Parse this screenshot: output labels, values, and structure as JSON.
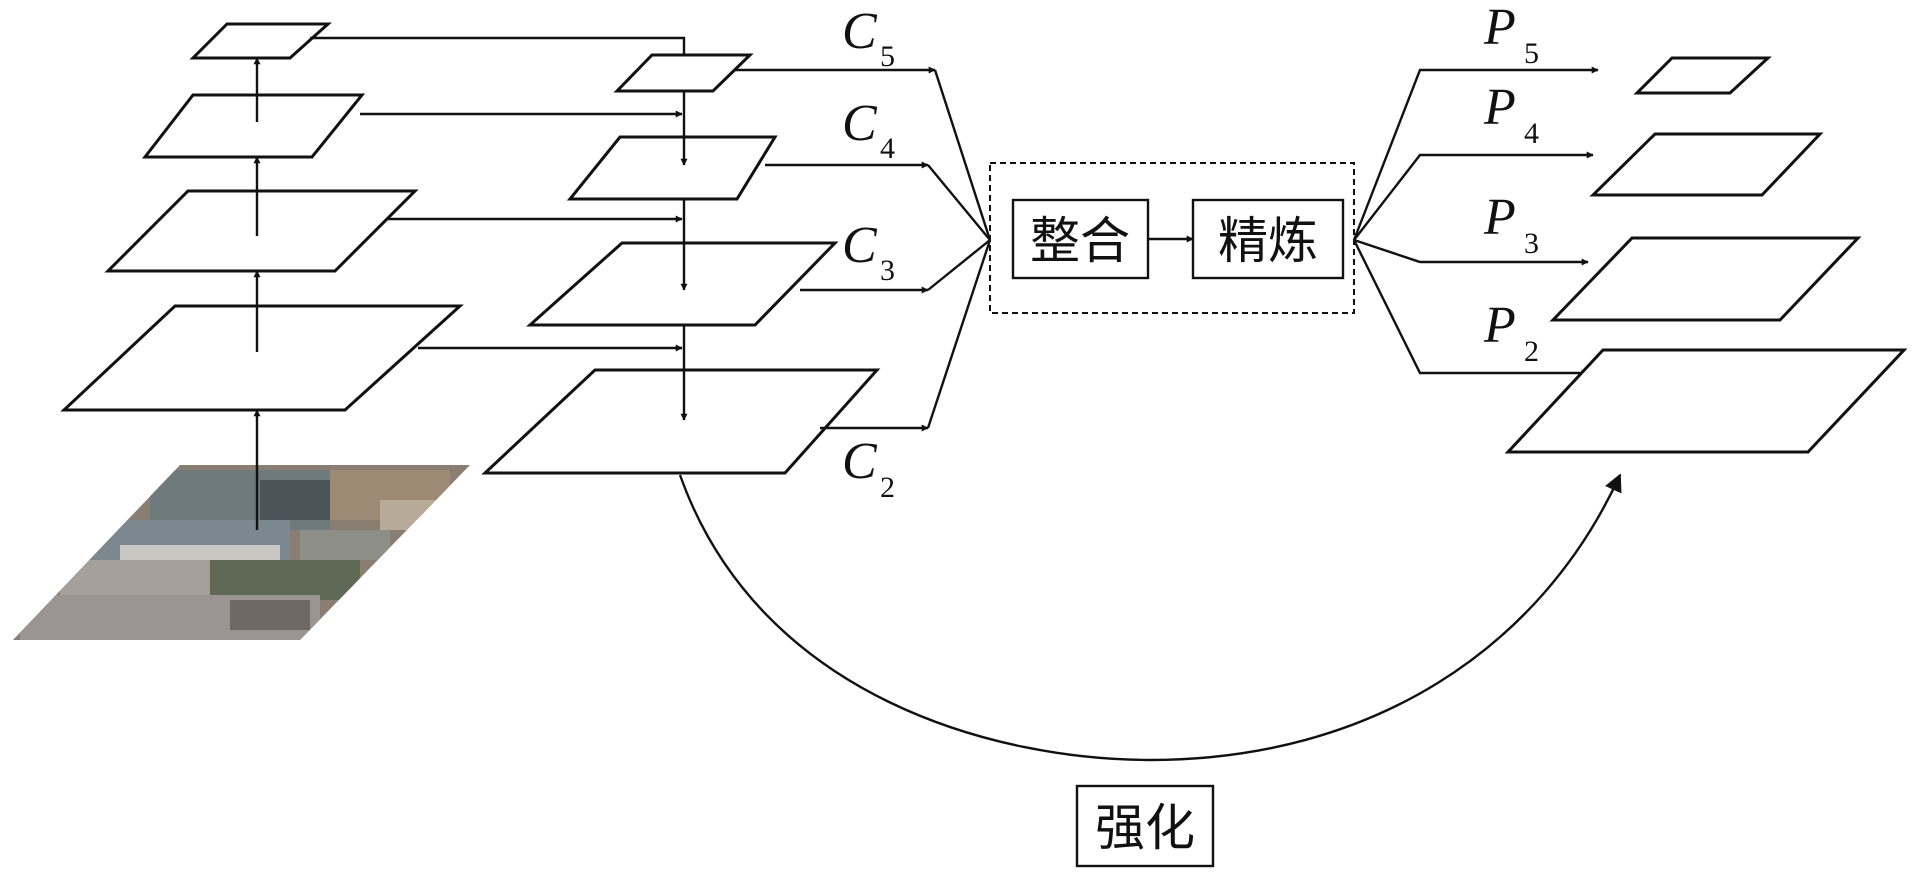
{
  "labels": {
    "c5": {
      "base": "C",
      "sub": "5"
    },
    "c4": {
      "base": "C",
      "sub": "4"
    },
    "c3": {
      "base": "C",
      "sub": "3"
    },
    "c2": {
      "base": "C",
      "sub": "2"
    },
    "p5": {
      "base": "P",
      "sub": "5"
    },
    "p4": {
      "base": "P",
      "sub": "4"
    },
    "p3": {
      "base": "P",
      "sub": "3"
    },
    "p2": {
      "base": "P",
      "sub": "2"
    }
  },
  "boxes": {
    "integrate": "整合",
    "refine": "精炼",
    "enhance": "强化"
  }
}
